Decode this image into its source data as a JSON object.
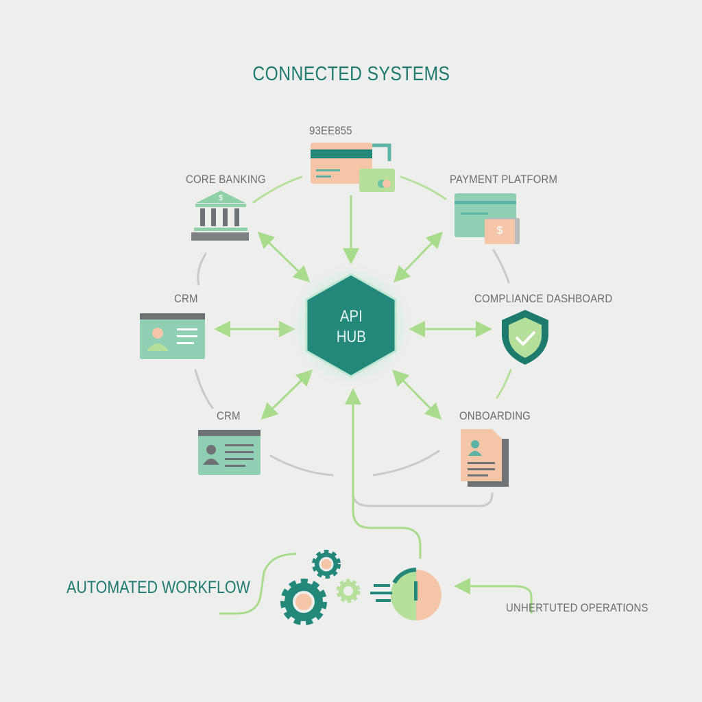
{
  "title": "CONNECTED SYSTEMS",
  "hub": {
    "line1": "API",
    "line2": "HUB"
  },
  "nodes": {
    "top": "93EE855",
    "core_banking": "CORE BANKING",
    "payment_platform": "PAYMENT PLATFORM",
    "crm_upper": "CRM",
    "compliance": "COMPLIANCE DASHBOARD",
    "crm_lower": "CRM",
    "onboarding": "ONBOARDING"
  },
  "workflow": {
    "label": "AUTOMATED WORKFLOW",
    "operations": "UNHERTUTED OPERATIONS"
  },
  "colors": {
    "teal": "#1f7a6e",
    "green": "#b5df9a",
    "peach": "#f5c5a8",
    "mint": "#8fd0b4",
    "gray": "#6f7274"
  }
}
